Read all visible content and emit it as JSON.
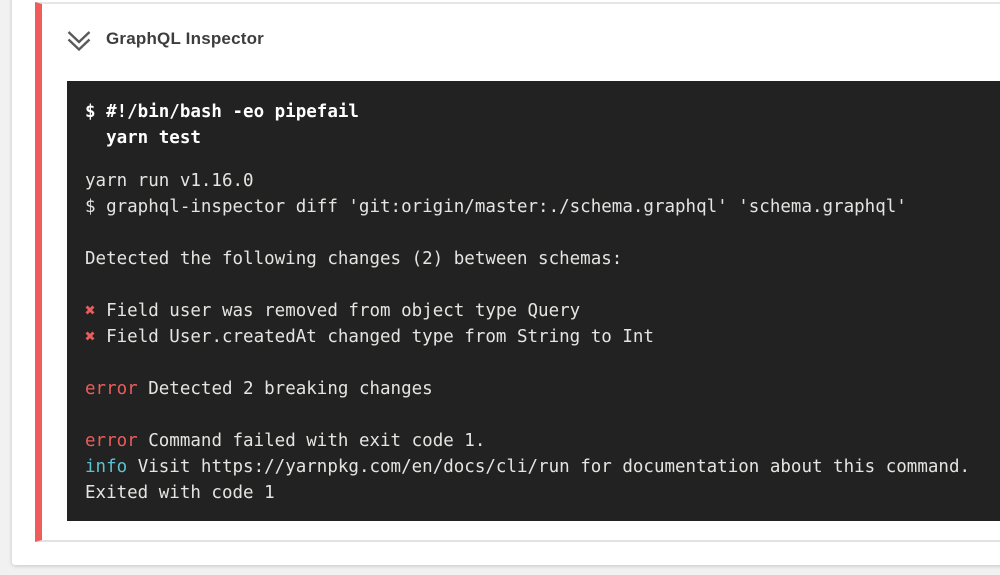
{
  "header": {
    "title": "GraphQL Inspector",
    "icon": "double-chevron-collapse-icon"
  },
  "colors": {
    "accent_red": "#ee5c5c",
    "terminal_background": "#222222",
    "terminal_text": "#e4e4e1",
    "command_text": "#ffffff",
    "error_text": "#ea5d5d",
    "info_text": "#5cc3d2",
    "page_background": "#f1f1f1",
    "card_background": "#ffffff"
  },
  "terminal": {
    "command_lines": [
      "$ #!/bin/bash -eo pipefail",
      "  yarn test"
    ],
    "output_lines": [
      {
        "text": "yarn run v1.16.0"
      },
      {
        "text": "$ graphql-inspector diff 'git:origin/master:./schema.graphql' 'schema.graphql'"
      },
      {
        "text": ""
      },
      {
        "text": "Detected the following changes (2) between schemas:"
      },
      {
        "text": ""
      },
      {
        "prefix": "✖",
        "type": "breaking-change-mark",
        "text": " Field user was removed from object type Query"
      },
      {
        "prefix": "✖",
        "type": "breaking-change-mark",
        "text": " Field User.createdAt changed type from String to Int"
      },
      {
        "text": ""
      },
      {
        "prefix": "error",
        "type": "error",
        "text": " Detected 2 breaking changes"
      },
      {
        "text": ""
      },
      {
        "prefix": "error",
        "type": "error",
        "text": " Command failed with exit code 1."
      },
      {
        "prefix": "info",
        "type": "info",
        "text": " Visit https://yarnpkg.com/en/docs/cli/run for documentation about this command."
      },
      {
        "text": "Exited with code 1"
      }
    ]
  }
}
